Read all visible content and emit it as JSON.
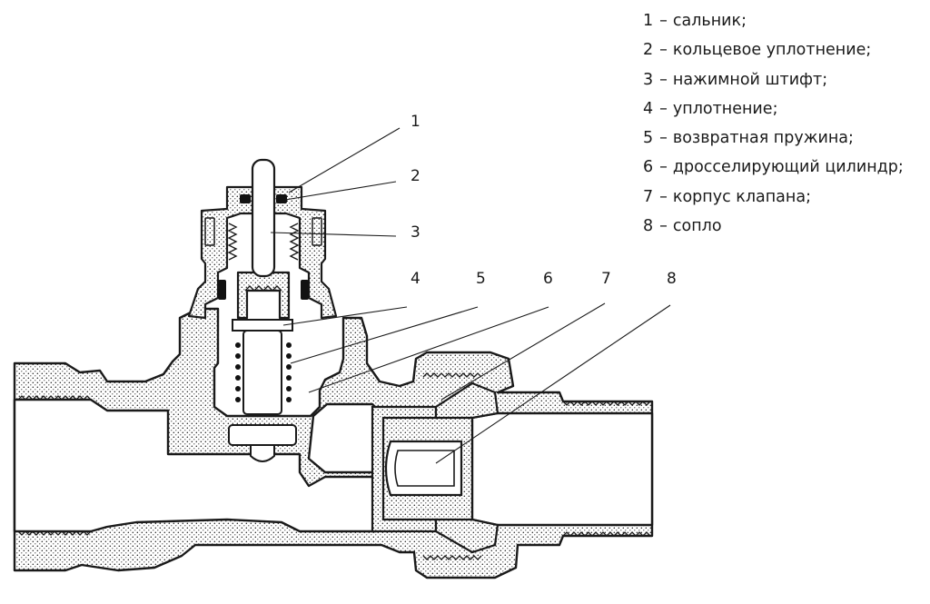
{
  "legend": {
    "dash": "–",
    "items": [
      {
        "num": "1",
        "text": "сальник;"
      },
      {
        "num": "2",
        "text": "кольцевое уплотнение;"
      },
      {
        "num": "3",
        "text": "нажимной штифт;"
      },
      {
        "num": "4",
        "text": "уплотнение;"
      },
      {
        "num": "5",
        "text": "возвратная пружина;"
      },
      {
        "num": "6",
        "text": "дросселирующий цилиндр;"
      },
      {
        "num": "7",
        "text": "корпус клапана;"
      },
      {
        "num": "8",
        "text": "сопло"
      }
    ]
  },
  "callouts": [
    "1",
    "2",
    "3",
    "4",
    "5",
    "6",
    "7",
    "8"
  ],
  "colors": {
    "line": "#1a1a1a",
    "fill": "#ffffff",
    "dots": "#222222",
    "seal": "#111111"
  }
}
